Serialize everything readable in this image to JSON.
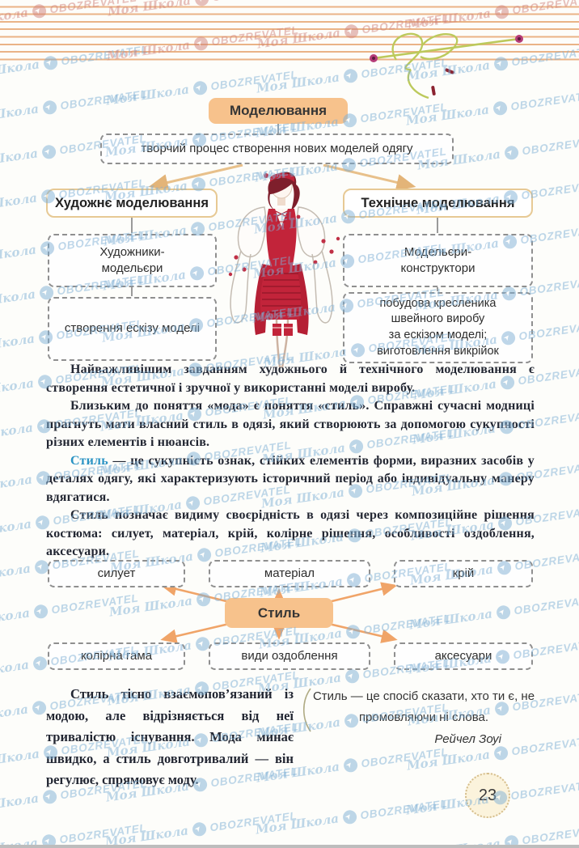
{
  "watermark": {
    "script": "Моя Школа",
    "brand": "OBOZREVATEL"
  },
  "diagram_modeling": {
    "title": "Моделювання",
    "definition": "творчий процес створення нових моделей одягу",
    "left": {
      "header": "Художнє моделювання",
      "who": "Художники-\nмодельєри",
      "what": "створення ескізу моделі"
    },
    "right": {
      "header": "Технічне моделювання",
      "who": "Модельєри-\nконструктори",
      "what": "побудова кресленика\nшвейного виробу\nза ескізом моделі;\nвиготовлення викрійок"
    }
  },
  "paragraphs": {
    "p1": "Найважливішим завданням художнього й технічного моделювання є створення естетичної і зручної у використанні моделі виробу.",
    "p2": "Близьким до поняття «мода» є поняття «стиль». Справжні сучасні модниці прагнуть мати власний стиль в одязі, який створюють за допомогою сукупності різних елементів і нюансів.",
    "p3_term": "Стиль",
    "p3_rest": " — це сукупність ознак, стійких елементів форми, виразних засобів у деталях одягу, які характеризують історичний період або індивідуальну манеру вдягатися.",
    "p4": "Стиль позначає видиму своєрідність в одязі через композиційне рішення костюма: силует, матеріал, крій, колірне рішення, особливості оздоблення, аксесуари."
  },
  "style_diagram": {
    "center": "Стиль",
    "top": [
      "силует",
      "матеріал",
      "крій"
    ],
    "bottom": [
      "колірна гама",
      "види оздоблення",
      "аксесуари"
    ]
  },
  "closing_text": "Стиль тісно взаємопов’язаний із модою, але відрізняється від неї тривалістю існування. Мода минає швидко, а стиль довготривалий — він регулює, спрямовує моду.",
  "quote": {
    "text": "Стиль — це спосіб сказати, хто ти є, не промовляючи ні слова.",
    "author": "Рейчел Зоуі"
  },
  "page_number": "23",
  "colors": {
    "accent_peach": "#f7c28c",
    "arrow_orange": "#f0a468",
    "connector_tan": "#e8c08a",
    "term_blue": "#2a93c4",
    "watermark_blue": "#7fb0d6",
    "watermark_red": "#d1837b"
  }
}
